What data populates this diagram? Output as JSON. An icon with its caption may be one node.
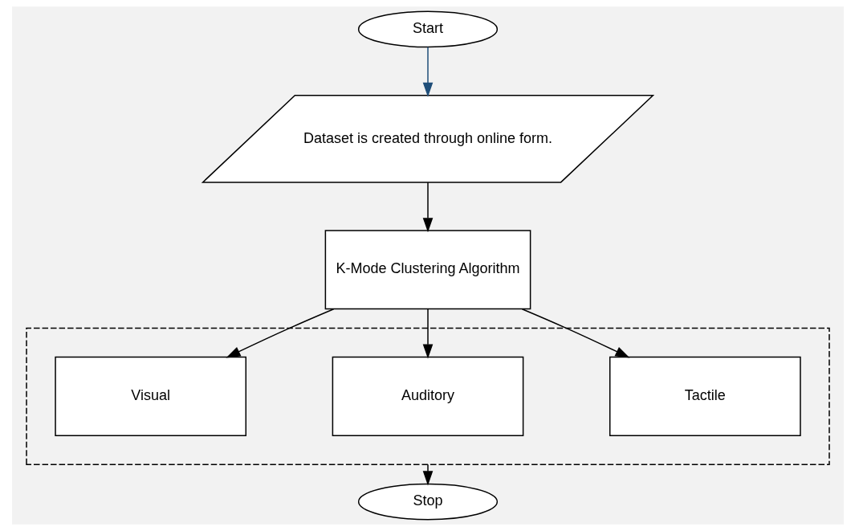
{
  "diagram": {
    "nodes": [
      {
        "text": [
          "Start"
        ]
      },
      {
        "text": [
          "Dataset is created through online form."
        ]
      },
      {
        "text": [
          "K-Mode Clustering Algorithm"
        ]
      },
      {
        "text": [],
        "shape": "box"
      },
      {
        "text": [
          "Visual"
        ],
        "in": 3
      },
      {
        "text": [
          "Auditory"
        ],
        "in": 3
      },
      {
        "text": [
          "Tactile"
        ],
        "in": 3
      },
      {
        "text": [
          "Stop"
        ]
      }
    ],
    "edges": [
      {
        "from": 0,
        "to": 1,
        "arrow": "to",
        "color": "#1f4e79"
      },
      {
        "from": 1,
        "to": 2,
        "arrow": "to"
      },
      {
        "from": 2,
        "to": 4,
        "arrow": "to"
      },
      {
        "from": 2,
        "to": 5,
        "arrow": "to"
      },
      {
        "from": 2,
        "to": 6,
        "arrow": "to"
      },
      {
        "from": 3,
        "to": 7,
        "arrow": "to"
      }
    ]
  }
}
